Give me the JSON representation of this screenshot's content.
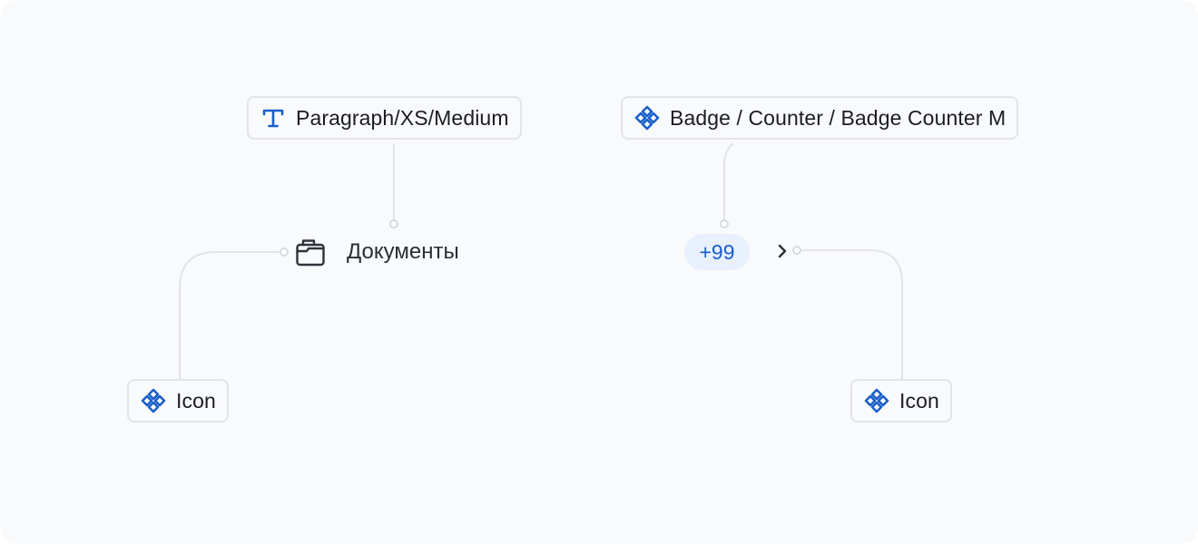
{
  "tags": {
    "paragraph": {
      "label": "Paragraph/XS/Medium",
      "icon": "text-type-icon"
    },
    "badge": {
      "label": "Badge  / Counter / Badge Counter M",
      "icon": "component-icon"
    },
    "icon_left": {
      "label": "Icon",
      "icon": "component-icon"
    },
    "icon_right": {
      "label": "Icon",
      "icon": "component-icon"
    }
  },
  "preview": {
    "folder_icon": "folder-icon",
    "documents_label": "Документы",
    "counter_value": "+99",
    "chevron_icon": "chevron-right-icon"
  },
  "colors": {
    "background": "#f9fafc",
    "tag_border": "#e2e4e8",
    "connector": "#e2e4e8",
    "accent": "#1a5fc8",
    "badge_bg": "#e8f0fe"
  }
}
